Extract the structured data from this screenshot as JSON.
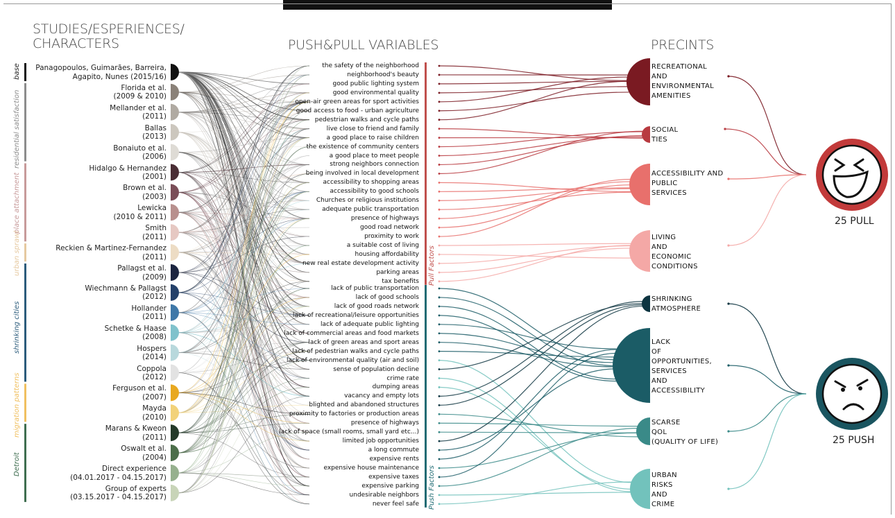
{
  "headers": {
    "studies": "STUDIES/ESPERIENCES/",
    "studies2": "CHARACTERS",
    "variables": "PUSH&PULL VARIABLES",
    "precincts": "PRECINTS"
  },
  "groups": [
    {
      "label": "base",
      "from": 0,
      "to": 0,
      "color": "#111111"
    },
    {
      "label": "residential satisfaction",
      "from": 1,
      "to": 4,
      "color": "#8c8c8c"
    },
    {
      "label": "place attachment",
      "from": 5,
      "to": 8,
      "color": "#c79a9a"
    },
    {
      "label": "urban sprawl",
      "from": 9,
      "to": 9,
      "color": "#e6c9a0"
    },
    {
      "label": "shrinking cities",
      "from": 10,
      "to": 15,
      "color": "#2c5c7c"
    },
    {
      "label": "migration patterns",
      "from": 16,
      "to": 17,
      "color": "#f0c060"
    },
    {
      "label": "Detroit",
      "from": 18,
      "to": 21,
      "color": "#3f6e50"
    }
  ],
  "studies": [
    {
      "label": [
        "Panagopoulos, Guimarães, Barreira,",
        "Agapito, Nunes (2015/16)"
      ],
      "color": "#111111"
    },
    {
      "label": [
        "Florida et al.",
        "(2009 & 2010)"
      ],
      "color": "#8a8178"
    },
    {
      "label": [
        "Mellander et al.",
        "(2011)"
      ],
      "color": "#b0aaa2"
    },
    {
      "label": [
        "Ballas",
        "(2013)"
      ],
      "color": "#ccc7be"
    },
    {
      "label": [
        "Bonaiuto et al.",
        "(2006)"
      ],
      "color": "#dedbd5"
    },
    {
      "label": [
        "Hidalgo & Hernandez",
        "(2001)"
      ],
      "color": "#4a2e35"
    },
    {
      "label": [
        "Brown et al.",
        "(2003)"
      ],
      "color": "#7a4e58"
    },
    {
      "label": [
        "Lewicka",
        "(2010 & 2011)"
      ],
      "color": "#b8908e"
    },
    {
      "label": [
        "Smith",
        "(2011)"
      ],
      "color": "#e6c8c2"
    },
    {
      "label": [
        "Reckien & Martinez-Fernandez",
        "(2011)"
      ],
      "color": "#eddcc4"
    },
    {
      "label": [
        "Pallagst et al.",
        "(2009)"
      ],
      "color": "#1c2540"
    },
    {
      "label": [
        "Wiechmann & Pallagst",
        "(2012)"
      ],
      "color": "#24416a"
    },
    {
      "label": [
        "Hollander",
        "(2011)"
      ],
      "color": "#3f78a8"
    },
    {
      "label": [
        "Schetke & Haase",
        "(2008)"
      ],
      "color": "#80c2cc"
    },
    {
      "label": [
        "Hospers",
        "(2014)"
      ],
      "color": "#b8d8dc"
    },
    {
      "label": [
        "Coppola",
        "(2012)"
      ],
      "color": "#e2e2e2"
    },
    {
      "label": [
        "Ferguson et al.",
        "(2007)"
      ],
      "color": "#e8a820"
    },
    {
      "label": [
        "Mayda",
        "(2010)"
      ],
      "color": "#f2d27a"
    },
    {
      "label": [
        "Marans & Kweon",
        "(2011)"
      ],
      "color": "#243a2a"
    },
    {
      "label": [
        "Oswalt et al.",
        "(2004)"
      ],
      "color": "#4c6e4a"
    },
    {
      "label": [
        "Direct experience",
        "(04.01.2017 - 04.15.2017)"
      ],
      "color": "#96b08e"
    },
    {
      "label": [
        "Group of experts",
        "(03.15.2017 - 04.15.2017)"
      ],
      "color": "#c8d4b8"
    }
  ],
  "pull_variables": [
    "the safety of the neighborhood",
    "neighborhood's beauty",
    "good public lighting system",
    "good environmental quality",
    "open-air green areas for sport activities",
    "good access to food - urban agriculture",
    "pedestrian walks and cycle paths",
    "live close to friend and family",
    "a good place to raise children",
    "the existence of community centers",
    "a good place to meet people",
    "strong neighbors connection",
    "being involved in local development",
    "accessibility to shopping areas",
    "accessibility to good schools",
    "Churches or religious institutions",
    "adequate public transportation",
    "presence of highways",
    "good road network",
    "proximity to work",
    "a suitable cost of living",
    "housing affordability",
    "new real estate development activity",
    "parking areas",
    "tax benefits"
  ],
  "push_variables": [
    "lack of public transportation",
    "lack of good schools",
    "lack of good roads network",
    "lack of recreational/leisure opportunities",
    "lack of adequate public lighting",
    "lack of commercial areas and food markets",
    "lack of green areas and sport areas",
    "lack of pedestrian walks and cycle paths",
    "lack of environmental quality (air and soil)",
    "sense of population decline",
    "crime rate",
    "dumping areas",
    "vacancy and empty lots",
    "blighted and abandoned structures",
    "proximity to factories or production areas",
    "presence of highways",
    "lack of space (small rooms, small yard etc...)",
    "limited job opportunities",
    "a long commute",
    "expensive rents",
    "expensive house maintenance",
    "expensive taxes",
    "expensive parking",
    "undesirable neighbors",
    "never feel safe"
  ],
  "factor_labels": {
    "pull": "Pull Factors",
    "push": "Push Factors"
  },
  "pull_precincts": [
    {
      "label": [
        "RECREATIONAL",
        "AND",
        "ENVIRONMENTAL",
        "AMENITIES"
      ],
      "color": "#7a1a22"
    },
    {
      "label": [
        "SOCIAL",
        "TIES"
      ],
      "color": "#b83a40"
    },
    {
      "label": [
        "ACCESSIBILITY AND",
        "PUBLIC",
        "SERVICES"
      ],
      "color": "#e8706c"
    },
    {
      "label": [
        "LIVING",
        "AND",
        "ECONOMIC",
        "CONDITIONS"
      ],
      "color": "#f4a8a6"
    }
  ],
  "push_precincts": [
    {
      "label": [
        "SHRINKING",
        "ATMOSPHERE"
      ],
      "color": "#0d3440"
    },
    {
      "label": [
        "LACK",
        "OF",
        "OPPORTUNITIES,",
        "SERVICES",
        "AND",
        "ACCESSIBILITY"
      ],
      "color": "#1b5c66"
    },
    {
      "label": [
        "SCARSE",
        "QOL",
        "(QUALITY OF LIFE)"
      ],
      "color": "#3a8a88"
    },
    {
      "label": [
        "URBAN",
        "RISKS",
        "AND",
        "CRIME"
      ],
      "color": "#72c2bc"
    }
  ],
  "pull_mapping": [
    0,
    0,
    0,
    0,
    0,
    0,
    0,
    1,
    1,
    1,
    1,
    1,
    1,
    2,
    2,
    2,
    2,
    2,
    2,
    2,
    3,
    3,
    3,
    3,
    3
  ],
  "push_mapping": [
    1,
    1,
    1,
    1,
    1,
    1,
    1,
    1,
    3,
    0,
    3,
    3,
    0,
    0,
    2,
    2,
    2,
    0,
    1,
    1,
    2,
    1,
    2,
    3,
    3
  ],
  "outcomes": {
    "pull": {
      "label": "25 PULL",
      "ring": "#c23a3a",
      "face": "laughing"
    },
    "push": {
      "label": "25 PUSH",
      "ring": "#1a5560",
      "face": "frowning"
    }
  }
}
